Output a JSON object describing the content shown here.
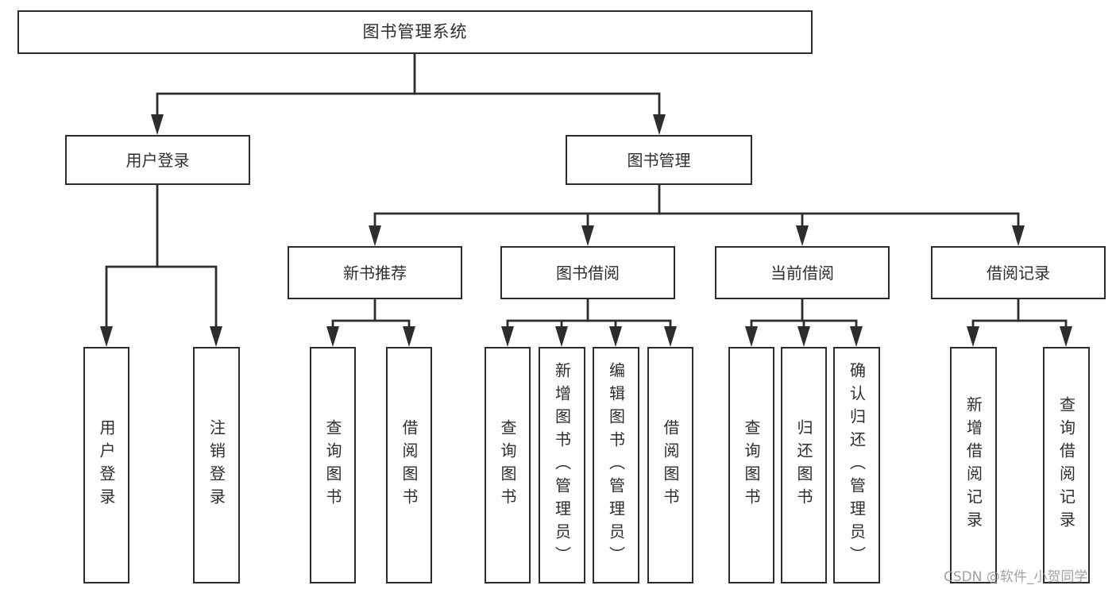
{
  "diagram": {
    "root": {
      "label": "图书管理系统"
    },
    "branches": [
      {
        "label": "用户登录",
        "children": [
          "用户登录",
          "注销登录"
        ]
      },
      {
        "label": "图书管理",
        "groups": [
          {
            "label": "新书推荐",
            "children": [
              "查询图书",
              "借阅图书"
            ]
          },
          {
            "label": "图书借阅",
            "children": [
              "查询图书",
              "新增图书（管理员）",
              "编辑图书（管理员）",
              "借阅图书"
            ]
          },
          {
            "label": "当前借阅",
            "children": [
              "查询图书",
              "归还图书",
              "确认归还（管理员）"
            ]
          },
          {
            "label": "借阅记录",
            "children": [
              "新增借阅记录",
              "查询借阅记录"
            ]
          }
        ]
      }
    ]
  },
  "watermark": {
    "text": "CSDN @软件_小贺同学"
  },
  "colors": {
    "line": "#2d2d2d",
    "text": "#2e2e2e",
    "watermark": "#9b9b9b",
    "background": "#ffffff"
  }
}
